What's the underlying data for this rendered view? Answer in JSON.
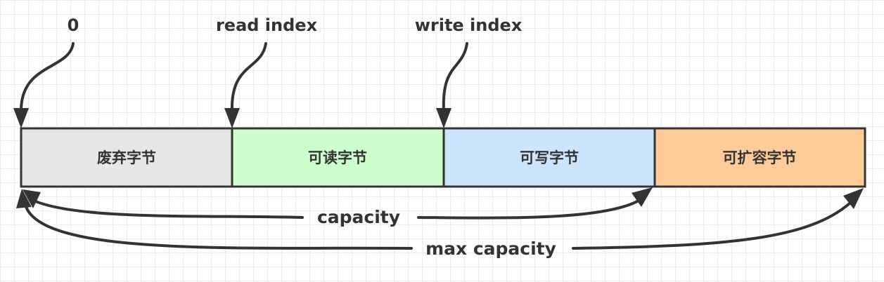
{
  "pointers": {
    "zero": "0",
    "read": "read index",
    "write": "write index"
  },
  "segments": [
    {
      "label": "废弃字节",
      "color": "#e6e6e6"
    },
    {
      "label": "可读字节",
      "color": "#ccffcc"
    },
    {
      "label": "可写字节",
      "color": "#cce5ff"
    },
    {
      "label": "可扩容字节",
      "color": "#ffcc99"
    }
  ],
  "spans": {
    "capacity": "capacity",
    "max_capacity": "max capacity"
  }
}
